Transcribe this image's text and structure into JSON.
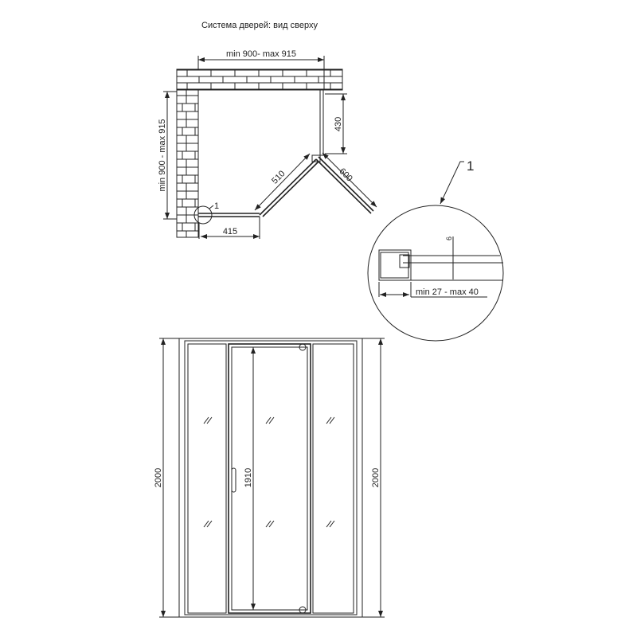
{
  "title": "Система дверей: вид сверху",
  "top_view": {
    "width_dim": "min 900- max 915",
    "depth_dim": "min 900 - max 915",
    "fixed_side_dim": "430",
    "door_left_dim": "510",
    "door_right_dim": "600",
    "bottom_fixed_dim": "415",
    "detail_marker": "1"
  },
  "detail": {
    "label": "1",
    "glass_thickness": "6",
    "profile_dim": "min 27 - max 40"
  },
  "front_view": {
    "height_left": "2000",
    "height_right": "2000",
    "door_height": "1910"
  }
}
